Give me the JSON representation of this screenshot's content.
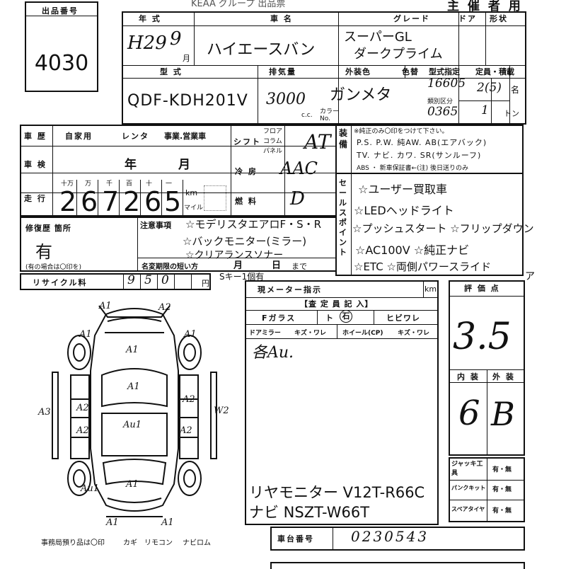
{
  "header": {
    "lot_label": "出品番号",
    "lot_number": "4030",
    "top_title": "KEAA グループ 出品票",
    "organizer": "主 催 者 用"
  },
  "vehicle": {
    "year_label": "年 式",
    "year_value": "H29",
    "month_value": "9",
    "month_unit": "月",
    "name_label": "車 名",
    "name_value": "ハイエースバン",
    "grade_label": "グレード",
    "grade_line1": "スーパーGL",
    "grade_line2": "ダークプライム",
    "door_label": "ドア",
    "shape_label": "形状",
    "model_label": "型 式",
    "model_value": "QDF-KDH201V",
    "displacement_label": "排気量",
    "displacement_value": "3000",
    "displacement_unit": "c.c.",
    "color_label": "外装色",
    "color_value": "ガンメタ",
    "color_no_label": "カラー No.",
    "color_plate_label": "色替",
    "type_spec_label": "型式指定",
    "type_spec_value": "16605",
    "category_label": "類別区分",
    "category_value": "0365",
    "capacity_label": "定員・積載",
    "capacity_value": "2(5)",
    "capacity_unit": "名",
    "load_value": "1",
    "load_unit": "トン"
  },
  "history": {
    "label": "車 歴",
    "private": "自家用",
    "rental": "レンタ",
    "business": "事業.営業車",
    "inspection_label": "車 検",
    "inspection_year": "年",
    "inspection_month": "月",
    "mileage_label": "走 行",
    "digit_headers": [
      "十万",
      "万",
      "千",
      "百",
      "十",
      "一"
    ],
    "mileage_digits": [
      "2",
      "6",
      "7",
      "2",
      "6",
      "5"
    ],
    "km_unit": "km",
    "mile_unit": "マイル"
  },
  "specs": {
    "shift_label": "シフト",
    "shift_options": [
      "フロア",
      "コラム",
      "パネル"
    ],
    "shift_value": "AT",
    "aircon_label": "冷 房",
    "aircon_value": "AAC",
    "fuel_label": "燃 料",
    "fuel_value": "D"
  },
  "equipment": {
    "label": "装備",
    "note": "※純正のみ〇印をつけて下さい。",
    "line1": "P.S. P.W. 純AW. AB(エアバック)",
    "line2": "TV. ナビ. カワ. SR(サンルーフ)",
    "line3": "ABS ・ 新車保証書←(注) 後日送りのみ"
  },
  "sales_points": {
    "label": "セールスポイント",
    "items": [
      "☆ユーザー買取車",
      "☆LEDヘッドライト",
      "☆プッシュスタート ☆フリップダウン",
      "☆AC100V ☆純正ナビ",
      "☆ETC ☆両側パワースライド"
    ],
    "extra": "ア"
  },
  "repair": {
    "label": "修復歴 箇所",
    "value": "有",
    "note": "(有の場合は〇印を)"
  },
  "notes": {
    "label": "注意事項",
    "items": [
      "☆モデリスタエアロF・S・R",
      "☆バックモニター(ミラー)",
      "☆クリアランスソナー"
    ],
    "end_label": "名変期限の短い方",
    "month": "月",
    "day": "日",
    "until": "まで",
    "key_note": "Sキー1個有"
  },
  "recycle": {
    "label": "リサイクル料",
    "digits": [
      "9",
      "5",
      "0"
    ],
    "unit": "円"
  },
  "meter": {
    "label": "現メーター指示",
    "unit": "km"
  },
  "inspection_record": {
    "header": "【査 定 員 記 入】",
    "glass_label": "Fガラス",
    "stone": "ト",
    "stone_mark": "石",
    "crack": "ヒビワレ",
    "mirror_label": "ドアミラー",
    "mirror_value": "キズ・ワレ",
    "wheel_label": "ホイール(CP)",
    "wheel_value": "キズ・ワレ",
    "remark": "各Au.",
    "rear_monitor": "リヤモニター V12T-R66C",
    "navi": "ナビ NSZT-W66T"
  },
  "grade_score": {
    "label": "評 価 点",
    "value": "3.5",
    "interior_label": "内 装",
    "exterior_label": "外 装",
    "interior_value": "6",
    "exterior_value": "B"
  },
  "jack": {
    "label": "ジャッキ工具",
    "puncture_label": "パンクキット",
    "spare_label": "スペアタイヤ",
    "option": "有・無"
  },
  "chassis": {
    "label": "車台番号",
    "value": "0230543"
  },
  "diagram_marks": [
    "A1",
    "A2",
    "A1",
    "A1",
    "A1",
    "A1",
    "A2",
    "A2",
    "A2",
    "A3",
    "W2",
    "Au1",
    "Au1",
    "A1",
    "A1",
    "A1",
    "A2"
  ],
  "footer": {
    "office": "事務局預り品は〇印",
    "key": "カギ",
    "remote": "リモコン",
    "navi": "ナビロム"
  }
}
